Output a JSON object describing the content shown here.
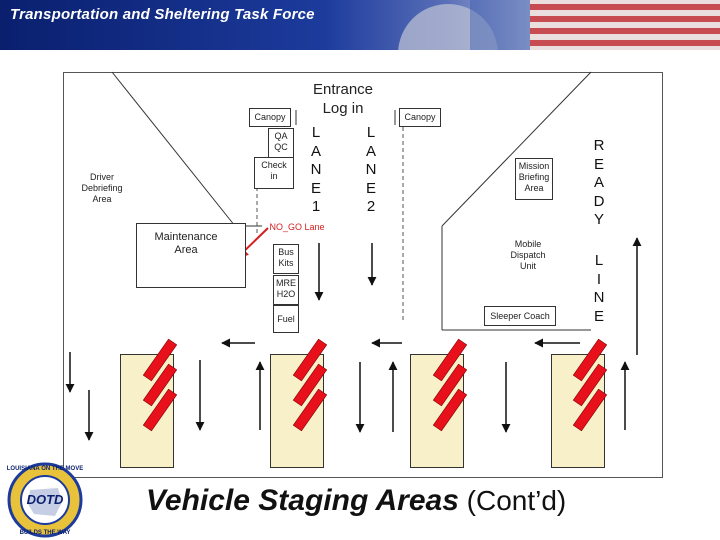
{
  "header": {
    "title": "Transportation and Sheltering Task Force"
  },
  "diagram": {
    "entrance": [
      "Entrance",
      "Log in"
    ],
    "canopy_left": "Canopy",
    "canopy_right": "Canopy",
    "qa_qc": [
      "QA",
      "QC"
    ],
    "check_in": [
      "Check",
      "in"
    ],
    "driver_debriefing": [
      "Driver",
      "Debriefing",
      "Area"
    ],
    "maintenance": [
      "Maintenance",
      "Area"
    ],
    "no_go_lane": "NO_GO Lane",
    "bus_kits": [
      "Bus",
      "Kits"
    ],
    "mre_h2o": [
      "MRE",
      "H2O"
    ],
    "fuel": "Fuel",
    "mission_briefing": [
      "Mission",
      "Briefing",
      "Area"
    ],
    "mobile_dispatch": [
      "Mobile",
      "Dispatch",
      "Unit"
    ],
    "sleeper_coach": "Sleeper Coach",
    "lane1": [
      "L",
      "A",
      "N",
      "E",
      "1"
    ],
    "lane2": [
      "L",
      "A",
      "N",
      "E",
      "2"
    ],
    "ready": [
      "R",
      "E",
      "A",
      "D",
      "Y"
    ],
    "line": [
      "L",
      "I",
      "N",
      "E"
    ]
  },
  "logo": {
    "text": "DOTD",
    "ring_top": "LOUISIANA ON THE MOVE",
    "ring_bottom": "BUILDS THE WAY"
  },
  "banner": {
    "italic": "Vehicle Staging Areas",
    "rest": " (Cont’d)"
  },
  "colors": {
    "header_blue": "#1c3b9c",
    "vehicle_red": "#e8101a",
    "staging_fill": "#f8f0c8",
    "no_go": "#d42020"
  }
}
